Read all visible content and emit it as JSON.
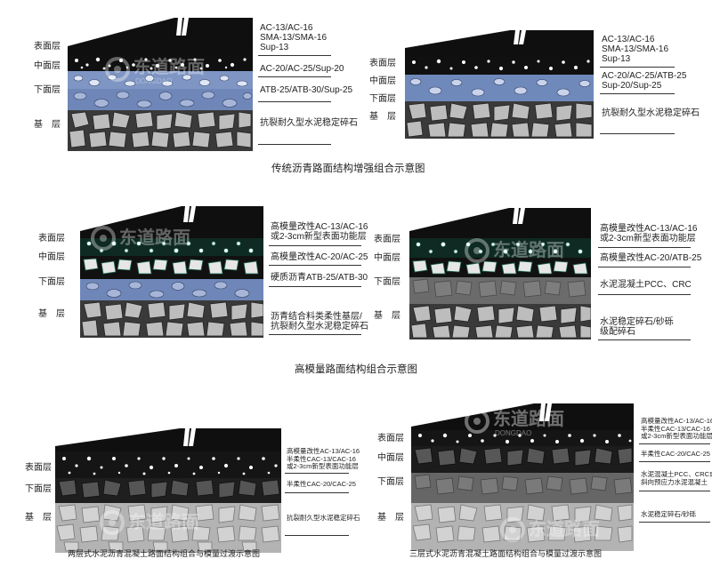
{
  "figure1": {
    "caption": "传统沥青路面结构增强组合示意图",
    "left": {
      "layers": [
        "表面层",
        "中面层",
        "下面层",
        "基　层"
      ],
      "descriptions": [
        [
          "AC-13/AC-16",
          "SMA-13/SMA-16",
          "Sup-13"
        ],
        [
          "AC-20/AC-25/Sup-20"
        ],
        [
          "ATB-25/ATB-30/Sup-25"
        ],
        [
          "抗裂耐久型水泥稳定碎石"
        ]
      ]
    },
    "right": {
      "layers": [
        "表面层",
        "中面层",
        "下面层",
        "基　层"
      ],
      "descriptions": [
        [
          "AC-13/AC-16",
          "SMA-13/SMA-16",
          "Sup-13"
        ],
        [
          "AC-20/AC-25/ATB-25",
          "Sup-20/Sup-25"
        ],
        [
          "抗裂耐久型水泥稳定碎石"
        ]
      ]
    }
  },
  "figure2": {
    "caption": "高模量路面结构组合示意图",
    "left": {
      "layers": [
        "表面层",
        "中面层",
        "下面层",
        "基　层"
      ],
      "descriptions": [
        [
          "高模量改性AC-13/AC-16",
          "或2-3cm新型表面功能层"
        ],
        [
          "高模量改性AC-20/AC-25"
        ],
        [
          "硬质沥青ATB-25/ATB-30"
        ],
        [
          "沥青结合料类柔性基层/",
          "抗裂耐久型水泥稳定碎石"
        ]
      ]
    },
    "right": {
      "layers": [
        "表面层",
        "中面层",
        "下面层",
        "基　层"
      ],
      "descriptions": [
        [
          "高模量改性AC-13/AC-16",
          "或2-3cm新型表面功能层"
        ],
        [
          "高模量改性AC-20/ATB-25"
        ],
        [
          "水泥混凝土PCC、CRC"
        ],
        [
          "水泥稳定碎石/砂砾",
          "级配碎石"
        ]
      ]
    }
  },
  "figure3": {
    "left": {
      "caption": "两层式水泥沥青混凝土路面结构组合与模量过渡示意图",
      "layers": [
        "表面层",
        "下面层",
        "基　层"
      ],
      "descriptions": [
        [
          "高模量改性AC-13/AC-16",
          "半柔性CAC-13/CAC-16",
          "或2-3cm新型表面功能层"
        ],
        [
          "半柔性CAC-20/CAC-25"
        ],
        [
          "抗裂耐久型水泥稳定碎石"
        ]
      ]
    },
    "right": {
      "caption": "三层式水泥沥青混凝土路面结构组合与模量过渡示意图",
      "layers": [
        "表面层",
        "中面层",
        "下面层",
        "基　层"
      ],
      "descriptions": [
        [
          "高模量改性AC-13/AC-16",
          "半柔性CAC-13/CAC-16",
          "或2-3cm新型表面功能层"
        ],
        [
          "半柔性CAC-20/CAC-25"
        ],
        [
          "水泥混凝土PCC、CRC或",
          "斜向预应力水泥混凝土"
        ],
        [
          "水泥稳定碎石/砂砾"
        ]
      ]
    }
  },
  "watermark": {
    "text": "东道路面",
    "subtext": "DONGDAO"
  },
  "colors": {
    "asphalt": "#0f0f0f",
    "blueMix": "#6f87b8",
    "greenMix": "#1e6a4f",
    "pccGrey": "#6b6b6b",
    "baseGrey": "#b8b8b8"
  }
}
